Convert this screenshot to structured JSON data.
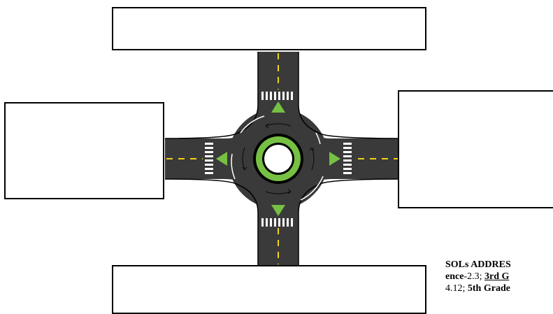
{
  "sol": {
    "heading": "SOLs ADDRES",
    "line2_a": "ence",
    "line2_b": "-2.3; ",
    "line2_c": "3rd G",
    "line3_a": "4.12; ",
    "line3_b": "5th Grade"
  },
  "colors": {
    "road": "#3a3a3a",
    "lane_line": "#f2d21b",
    "crosswalk": "#ffffff",
    "arrow": "#76c043",
    "island": "#76c043",
    "outline": "#000000"
  },
  "icons": {
    "arrow_north": "triangle-up-icon",
    "arrow_south": "triangle-down-icon",
    "arrow_east": "triangle-right-icon",
    "arrow_west": "triangle-left-icon"
  }
}
